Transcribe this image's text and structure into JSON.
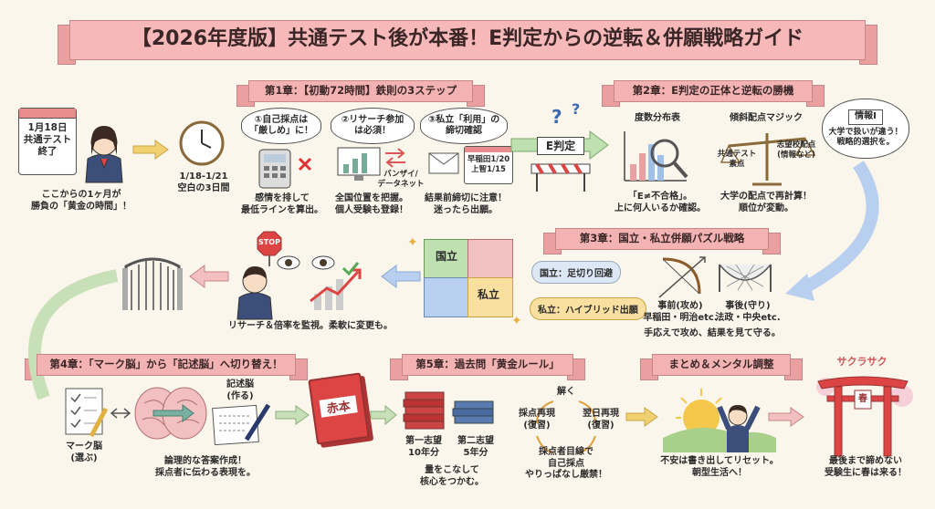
{
  "title": "【2026年度版】共通テスト後が本番！E判定からの逆転＆併願戦略ガイド",
  "ch1": {
    "heading": "第1章：【初動72時間】鉄則の3ステップ",
    "calendar": "1月18日\n共通テスト\n終了",
    "golden": "ここからの1ヶ月が\n勝負の「黄金の時間」！",
    "blank": "1/18-1/21\n空白の3日間",
    "step1": "①自己採点は\n「厳しめ」に！",
    "step1_desc": "感情を排して\n最低ラインを算出。",
    "step2": "②リサーチ参加\nは必須！",
    "step2_tag": "バンザイ/\nデータネット",
    "step2_desc": "全国位置を把握。\n個人受験も登録！",
    "step3": "③私立「利用」の\n締切確認",
    "step3_cal": "早稲田1/20\n上智1/15",
    "step3_desc": "結果前締切に注意！\n迷ったら出願。"
  },
  "ch2": {
    "heading": "第2章：E判定の正体と逆転の勝機",
    "e_label": "E判定",
    "dist": "度数分布表",
    "dist_desc": "「E≠不合格」。\n上に何人いるか確認。",
    "magic": "傾斜配点マジック",
    "scale_left": "共通テスト\n素点",
    "scale_right": "志望校配点\n(情報など)",
    "magic_desc": "大学の配点で再計算！\n順位が変動。",
    "info": "情報Ⅰ",
    "info_desc": "大学で扱いが違う！\n戦略的選択を。"
  },
  "ch3": {
    "heading": "第3章：国立・私立併願パズル戦略",
    "kokuritsu": "国立",
    "shiritsu": "私立",
    "national": "国立：足切り回避",
    "private": "私立：ハイブリッド出願",
    "attack": "事前(攻め)\n早稲田・明治etc.",
    "defense": "事後(守り)\n法政・中央etc.",
    "flow_desc": "手応えで攻め、結果を見て守る。",
    "stop": "STOP",
    "monitor_desc": "リサーチ＆倍率を監視。柔軟に変更も。"
  },
  "ch4": {
    "heading": "第4章：「マーク脳」から「記述脳」へ切り替え！",
    "mark": "マーク脳\n(選ぶ)",
    "kijutsu": "記述脳\n(作る)",
    "desc": "論理的な答案作成！\n採点者に伝わる表現を。"
  },
  "ch5": {
    "heading": "第5章：過去問「黄金ルール」",
    "akahon": "赤本",
    "first": "第一志望\n10年分",
    "second": "第二志望\n5年分",
    "volume": "量をこなして\n核心をつかむ。",
    "cycle_top": "解く",
    "cycle_left": "採点再現\n(復習)",
    "cycle_right": "翌日再現\n(復習)",
    "cycle_bottom": "採点者目線で\n自己採点\nやりっぱなし厳禁！"
  },
  "summary": {
    "heading": "まとめ＆メンタル調整",
    "desc": "不安は書き出してリセット。\n朝型生活へ！",
    "sakura": "サクラサク",
    "haru": "春",
    "final": "最後まで諦めない\n受験生に春は来る！"
  }
}
